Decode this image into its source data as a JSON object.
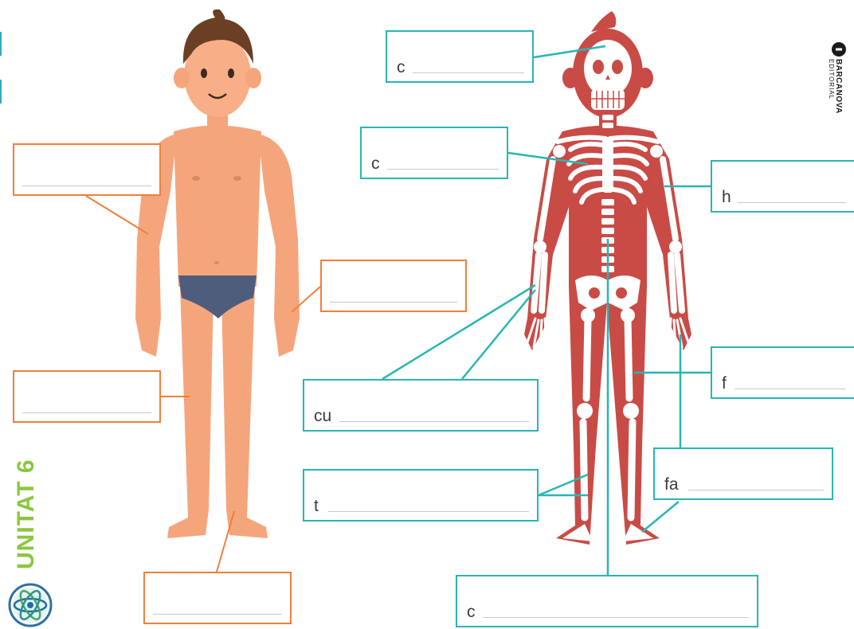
{
  "page": {
    "unit_label": "UNITAT 6",
    "publisher": {
      "name": "BARCANOVA",
      "subtitle": "EDITORIAL"
    },
    "icons": [
      "barcanova-logo-icon",
      "atom-badge-icon"
    ]
  },
  "body_labels": [
    {
      "id": "arm-label",
      "prefix": ""
    },
    {
      "id": "hand-label",
      "prefix": ""
    },
    {
      "id": "thigh-label",
      "prefix": ""
    },
    {
      "id": "foot-label",
      "prefix": ""
    }
  ],
  "skeleton_labels": [
    {
      "id": "skull-label",
      "prefix": "c"
    },
    {
      "id": "ribcage-label",
      "prefix": "c"
    },
    {
      "id": "humerus-label",
      "prefix": "h"
    },
    {
      "id": "elbow-label",
      "prefix": "cu"
    },
    {
      "id": "femur-label",
      "prefix": "f"
    },
    {
      "id": "phalanges-label",
      "prefix": "fa"
    },
    {
      "id": "tibia-label",
      "prefix": "t"
    },
    {
      "id": "spine-label",
      "prefix": "c"
    }
  ],
  "colors": {
    "orange": "#f07f3c",
    "teal": "#29b5b5",
    "skin": "#f5a57c",
    "skeleton_red": "#c94b46",
    "unit_green": "#8cc63f"
  }
}
